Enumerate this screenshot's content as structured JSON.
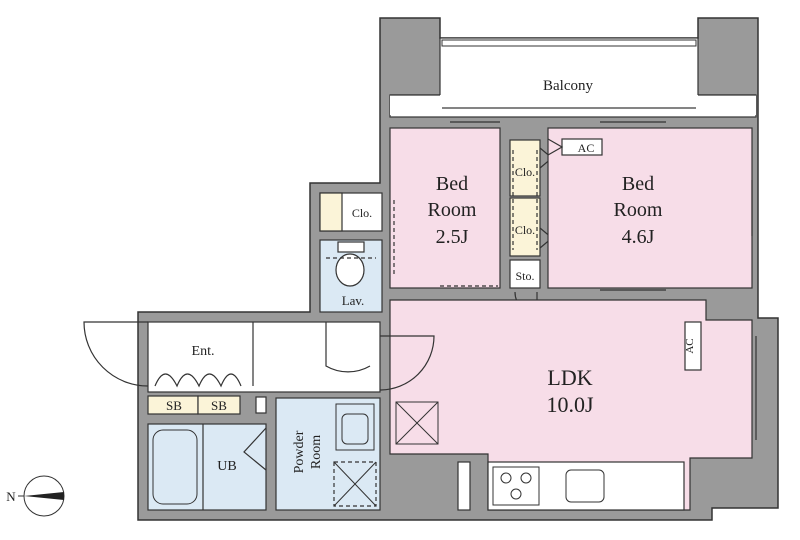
{
  "rooms": {
    "balcony": "Balcony",
    "bed1_line1": "Bed",
    "bed1_line2": "Room",
    "bed1_size": "2.5J",
    "bed2_line1": "Bed",
    "bed2_line2": "Room",
    "bed2_size": "4.6J",
    "ldk_name": "LDK",
    "ldk_size": "10.0J",
    "entrance": "Ent.",
    "unit_bath": "UB",
    "powder_line1": "Powder",
    "powder_line2": "Room",
    "lavatory": "Lav."
  },
  "storage": {
    "closet_top": "Clo.",
    "closet_mid1": "Clo.",
    "closet_mid2": "Clo.",
    "storage": "Sto.",
    "shoe_box_1": "SB",
    "shoe_box_2": "SB"
  },
  "equipment": {
    "ac_bedroom": "AC",
    "ac_ldk": "AC"
  },
  "compass": {
    "north": "N"
  },
  "colors": {
    "bedroom_fill": "#f7dde8",
    "wet_area_fill": "#dbe9f4",
    "closet_fill": "#fbf4d8",
    "wall_fill": "#9a9a9a"
  }
}
